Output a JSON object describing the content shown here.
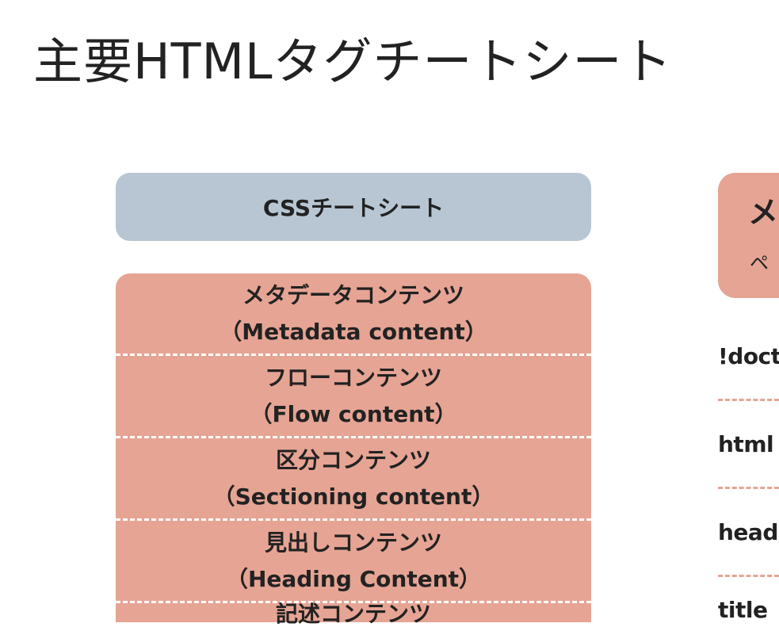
{
  "page_title": "主要HTMLタグチートシート",
  "css_link": "CSSチートシート",
  "categories": [
    {
      "ja": "メタデータコンテンツ",
      "en": "（Metadata content）"
    },
    {
      "ja": "フローコンテンツ",
      "en": "（Flow content）"
    },
    {
      "ja": "区分コンテンツ",
      "en": "（Sectioning content）"
    },
    {
      "ja": "見出しコンテンツ",
      "en": "（Heading Content）"
    },
    {
      "ja": "記述コンテンツ",
      "en": ""
    }
  ],
  "section_card": {
    "heading": "メ",
    "sub": "ペ"
  },
  "tags": [
    "!doct",
    "html",
    "head",
    "title"
  ],
  "colors": {
    "accent": "#e6a494",
    "css_button": "#b8c6d3",
    "text": "#222222"
  }
}
